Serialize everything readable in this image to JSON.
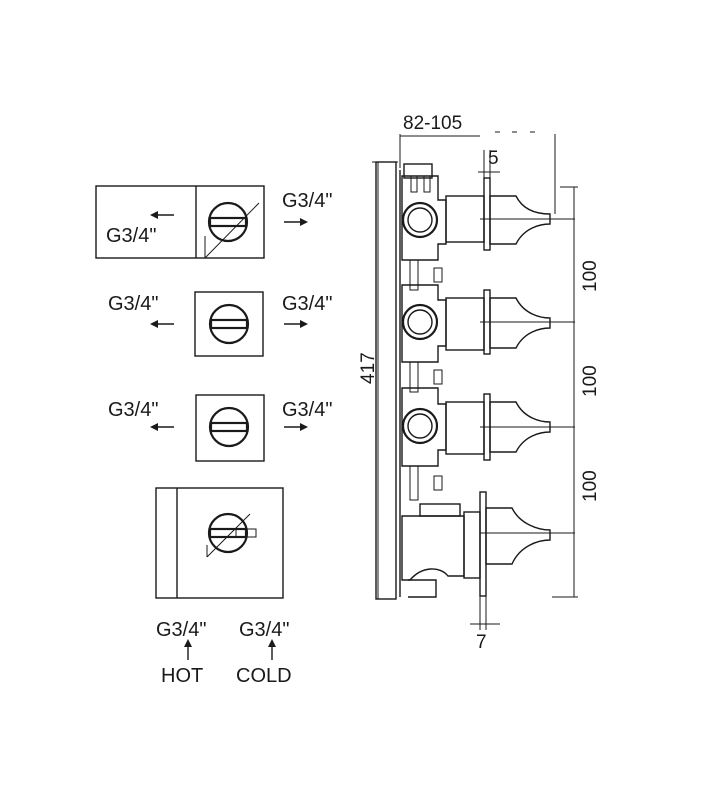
{
  "front_view": {
    "top_unit": {
      "outlet_left": "G3/4\"",
      "outlet_right": "G3/4\""
    },
    "unit_2": {
      "outlet_left": "G3/4\"",
      "outlet_right": "G3/4\""
    },
    "unit_3": {
      "outlet_left": "G3/4\"",
      "outlet_right": "G3/4\""
    },
    "thermostat_unit": {
      "inlet_hot": "G3/4\"",
      "inlet_cold": "G3/4\"",
      "hot_label": "HOT",
      "cold_label": "COLD"
    }
  },
  "side_view": {
    "depth_range": "82-105",
    "plate_offset": "5",
    "total_height": "417",
    "spacing_1": "100",
    "spacing_2": "100",
    "spacing_3": "100",
    "plate_thickness": "7"
  }
}
